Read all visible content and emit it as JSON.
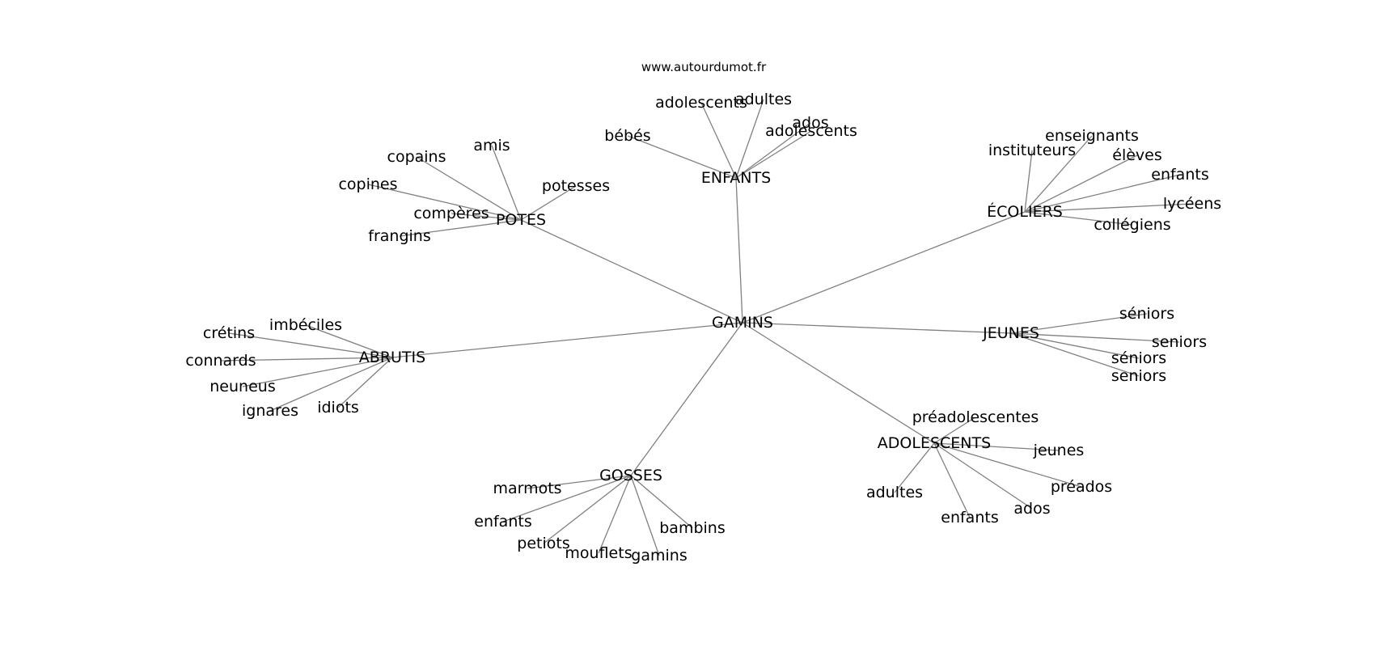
{
  "source": "www.autourdumot.fr",
  "graph": {
    "center": "GAMINS",
    "hubs": [
      {
        "id": "potes",
        "label": "POTES",
        "leaves": [
          "amis",
          "copains",
          "copines",
          "potesses",
          "compères",
          "frangins"
        ]
      },
      {
        "id": "enfants",
        "label": "ENFANTS",
        "leaves": [
          "bébés",
          "adolescents",
          "adultes",
          "ados",
          "adolescents"
        ]
      },
      {
        "id": "ecoliers",
        "label": "ÉCOLIERS",
        "leaves": [
          "instituteurs",
          "enseignants",
          "élèves",
          "enfants",
          "lycéens",
          "collégiens"
        ]
      },
      {
        "id": "abrutis",
        "label": "ABRUTIS",
        "leaves": [
          "imbéciles",
          "crétins",
          "connards",
          "neuneus",
          "ignares",
          "idiots"
        ]
      },
      {
        "id": "jeunes",
        "label": "JEUNES",
        "leaves": [
          "séniors",
          "seniors",
          "séniors",
          "seniors"
        ]
      },
      {
        "id": "adolescents",
        "label": "ADOLESCENTS",
        "leaves": [
          "préadolescentes",
          "jeunes",
          "préados",
          "ados",
          "enfants",
          "adultes"
        ]
      },
      {
        "id": "gosses",
        "label": "GOSSES",
        "leaves": [
          "marmots",
          "enfants",
          "petiots",
          "mouflets",
          "gamins",
          "bambins"
        ]
      }
    ]
  }
}
